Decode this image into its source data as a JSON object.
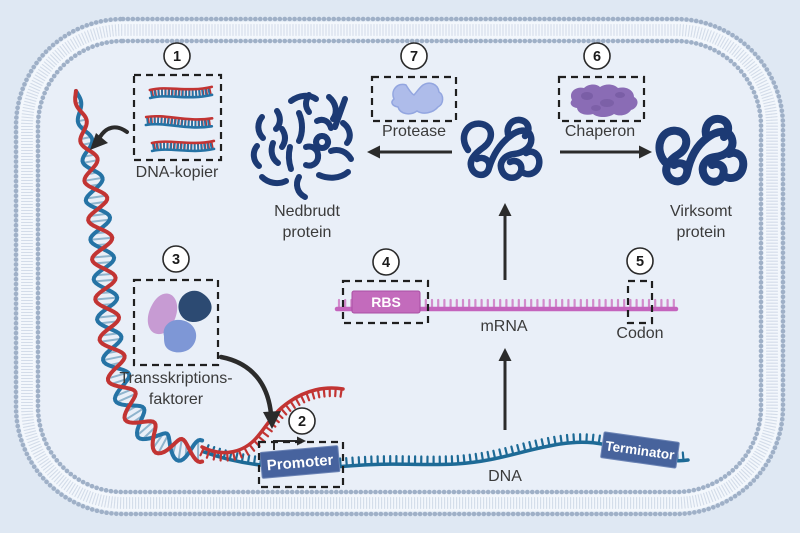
{
  "diagram": {
    "type": "cell-gene-expression-schematic",
    "steps": [
      {
        "num": "1",
        "label": "DNA-kopier"
      },
      {
        "num": "2",
        "label": "Promoter"
      },
      {
        "num": "3",
        "label": "Transskriptionsfaktorer"
      },
      {
        "num": "4",
        "label": "RBS"
      },
      {
        "num": "5",
        "label": "Codon"
      },
      {
        "num": "6",
        "label": "Chaperon"
      },
      {
        "num": "7",
        "label": "Protease"
      }
    ],
    "labels": {
      "dna_copies": "DNA-kopier",
      "degraded_line1": "Nedbrudt",
      "degraded_line2": "protein",
      "protease": "Protease",
      "chaperone": "Chaperon",
      "functional_line1": "Virksomt",
      "functional_line2": "protein",
      "tf_line1": "Transskriptions-",
      "tf_line2": "faktorer",
      "mrna": "mRNA",
      "codon": "Codon",
      "dna": "DNA",
      "rbs": "RBS",
      "promoter": "Promoter",
      "terminator": "Terminator"
    },
    "colors": {
      "bg_outside": "#dfe8f3",
      "bg_inside": "#e9eff8",
      "membrane_dot": "#9fb0c7",
      "membrane_band": "#f3f7fc",
      "membrane_tail": "#d3dce9",
      "dna_red": "#c23433",
      "dna_blue": "#2573a5",
      "dna_teal": "#1d6a96",
      "helix_rung": "#8fb4cd",
      "mrna": "#c464bd",
      "mrna_tick": "#d28bcc",
      "rbs_fill": "#c36bbc",
      "promoter_fill": "#47639e",
      "terminator_fill": "#47639c",
      "protein_navy": "#1c3a74",
      "protease_blob": "#aebcea",
      "protease_edge": "#93a6e0",
      "chaperone_blob": "#8a6cb5",
      "chaperone_dark": "#6d5399",
      "tf_pink": "#c79bd3",
      "tf_navy": "#2c4a72",
      "tf_blue": "#7e97d6",
      "arrow": "#2b2b2b",
      "text": "#3b3b3b"
    }
  }
}
